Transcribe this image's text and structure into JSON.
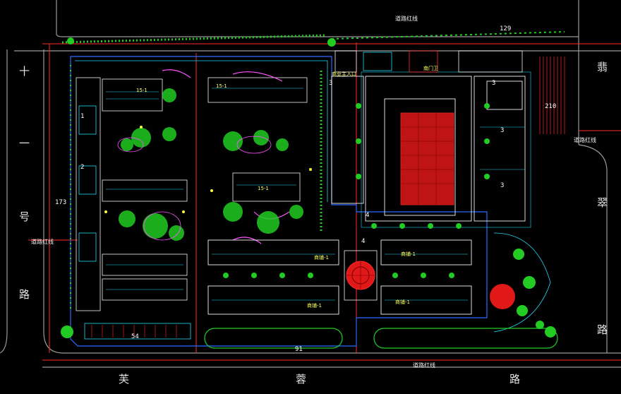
{
  "drawing": {
    "background_color": "#000000",
    "colors": {
      "road_edge": "#9a9a9a",
      "red_line": "#ff2a2a",
      "green": "#22cc22",
      "cyan": "#22d8f0",
      "white": "#f2f2f2",
      "yellow": "#ffff44",
      "blue": "#2a6cff",
      "magenta": "#ff55ff",
      "plaza_red": "#e01818"
    }
  },
  "road_labels": {
    "west_1": "十",
    "west_2": "一",
    "west_3": "号",
    "west_4": "路",
    "south_1": "芙",
    "south_2": "蓉",
    "south_3": "路",
    "east_1": "翡",
    "east_2": "翠",
    "east_3": "路"
  },
  "callouts": {
    "north_boundary": "道路红线",
    "west_boundary": "道路红线",
    "east_boundary": "道路红线",
    "south_boundary": "道路红线"
  },
  "building_labels": {
    "block_a": "15-1",
    "block_b": "15-1",
    "block_c": "15-1",
    "shop_1": "商铺-1",
    "shop_2": "商铺-1",
    "shop_3": "商铺-1",
    "shop_4": "商铺-1",
    "north_gate": "南门卫",
    "entry_plaza": "商业主入口"
  },
  "numbers": {
    "top_dim": "129",
    "left_dim": "173",
    "right_dim": "210",
    "bottom_dim": "54",
    "bottom_dim_2": "91",
    "floor_3a": "3",
    "floor_3b": "3",
    "floor_3c": "3",
    "floor_3d": "3",
    "floor_4a": "4",
    "floor_4b": "4",
    "floor_1": "1",
    "floor_2": "2"
  }
}
